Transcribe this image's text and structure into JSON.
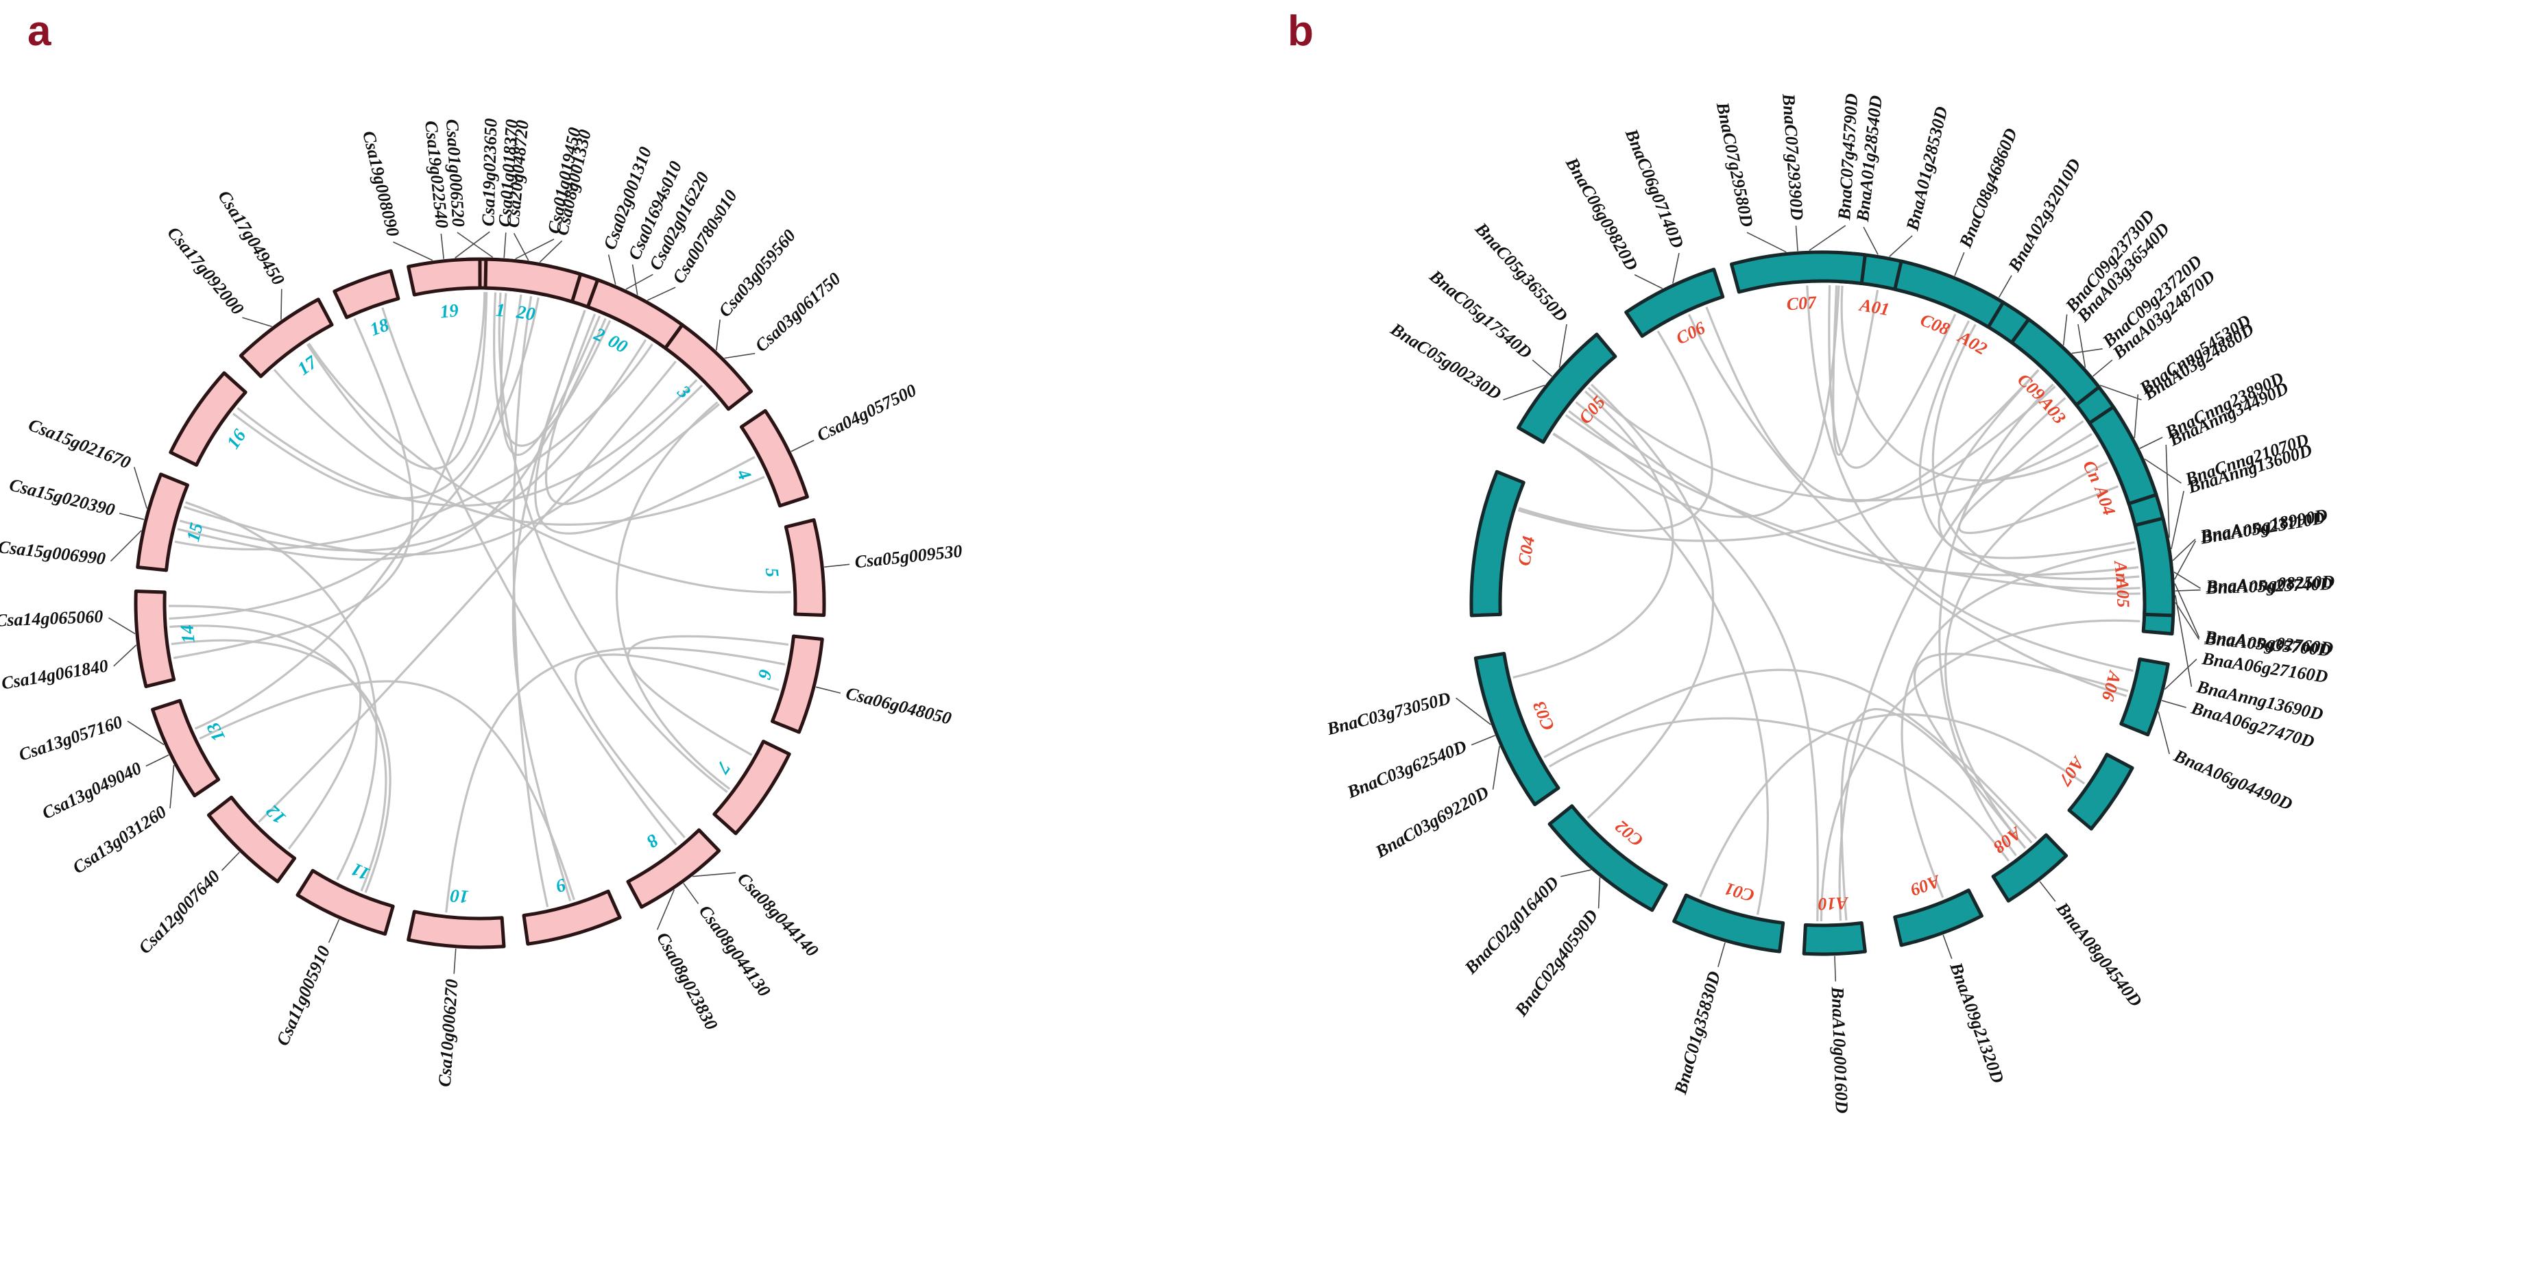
{
  "figure": {
    "type": "circos-synteny",
    "panels": [
      {
        "id": "a",
        "letter": "a",
        "species_prefix": "Csa",
        "ideogram_color": "#f9c3c6",
        "chrom_label_color": "#00b3c8",
        "link_color": "#bfbfbf",
        "chromosomes": [
          {
            "name": "1",
            "angle": 4,
            "span": 16,
            "labels": [
              "Csa01g006520",
              "Csa01g018370",
              "Csa01g019450"
            ]
          },
          {
            "name": "2",
            "angle": 24,
            "span": 16,
            "labels": [
              "Csa02g001310",
              "Csa02g016220"
            ]
          },
          {
            "name": "3",
            "angle": 44,
            "span": 16,
            "labels": [
              "Csa03g059560",
              "Csa03g061750"
            ]
          },
          {
            "name": "4",
            "angle": 64,
            "span": 16,
            "labels": [
              "Csa04g057500"
            ]
          },
          {
            "name": "5",
            "angle": 84,
            "span": 16,
            "labels": [
              "Csa05g009530"
            ]
          },
          {
            "name": "6",
            "angle": 104,
            "span": 16,
            "labels": [
              "Csa06g048050"
            ]
          },
          {
            "name": "7",
            "angle": 124,
            "span": 16,
            "labels": []
          },
          {
            "name": "8",
            "angle": 144,
            "span": 16,
            "labels": [
              "Csa08g044140",
              "Csa08g044130",
              "Csa08g023830"
            ]
          },
          {
            "name": "9",
            "angle": 164,
            "span": 16,
            "labels": []
          },
          {
            "name": "10",
            "angle": 184,
            "span": 16,
            "labels": [
              "Csa10g006270"
            ]
          },
          {
            "name": "11",
            "angle": 204,
            "span": 16,
            "labels": [
              "Csa11g005910"
            ]
          },
          {
            "name": "12",
            "angle": 224,
            "span": 16,
            "labels": [
              "Csa12g007640"
            ]
          },
          {
            "name": "13",
            "angle": 244,
            "span": 16,
            "labels": [
              "Csa13g031260",
              "Csa13g049040",
              "Csa13g057160"
            ]
          },
          {
            "name": "14",
            "angle": 264,
            "span": 16,
            "labels": [
              "Csa14g061840",
              "Csa14g065060"
            ]
          },
          {
            "name": "15",
            "angle": 284,
            "span": 16,
            "labels": [
              "Csa15g006990",
              "Csa15g020390",
              "Csa15g021670"
            ]
          },
          {
            "name": "16",
            "angle": 304,
            "span": 16,
            "labels": []
          },
          {
            "name": "17",
            "angle": 324,
            "span": 16,
            "labels": [
              "Csa17g092000",
              "Csa17g049450"
            ]
          },
          {
            "name": "18",
            "angle": 340,
            "span": 10,
            "labels": []
          },
          {
            "name": "19",
            "angle": 354,
            "span": 12,
            "labels": [
              "Csa19g008090",
              "Csa19g022540",
              "Csa19g023650"
            ]
          },
          {
            "name": "20",
            "angle": 369,
            "span": 16,
            "labels": [
              "Csa20g048720",
              "Csa08g001330"
            ]
          },
          {
            "name": "00",
            "angle": 388,
            "span": 16,
            "labels": [
              "Csa01694s010",
              "Csa00780s010"
            ]
          }
        ],
        "all_gene_labels": [
          "Csa15g021670",
          "Csa15g020390",
          "Csa15g006990",
          "Csa14g065060",
          "Csa14g061840",
          "Csa13g057160",
          "Csa13g049040",
          "Csa13g031260",
          "Csa12g007640",
          "Csa11g005910",
          "Csa10g006270",
          "Csa08g044140",
          "Csa08g044130",
          "Csa08g023830",
          "Csa06g048050",
          "Csa05g009530",
          "Csa04g057500",
          "Csa03g061750",
          "Csa03g059560",
          "Csa02g016220",
          "Csa02g001310",
          "Csa01g019450",
          "Csa01g018370",
          "Csa01g006520",
          "Csa00780s010",
          "Csa01694s010",
          "Csa08g001330",
          "Csa20g048720",
          "Csa19g023650",
          "Csa19g022540",
          "Csa19g008090",
          "Csa17g049450",
          "Csa17g092000"
        ]
      },
      {
        "id": "b",
        "letter": "b",
        "species_prefix": "Bna",
        "ideogram_color": "#159a9c",
        "chrom_label_color": "#e8442a",
        "link_color": "#bfbfbf",
        "chromosomes": [
          {
            "name": "A01",
            "angle": 10,
            "span": 14,
            "labels": [
              "BnaA01g28540D",
              "BnaA01g28530D"
            ]
          },
          {
            "name": "A02",
            "angle": 30,
            "span": 12,
            "labels": [
              "BnaA02g32010D"
            ]
          },
          {
            "name": "A03",
            "angle": 50,
            "span": 16,
            "labels": [
              "BnaA03g36540D",
              "BnaA03g24870D",
              "BnaA03g24880D"
            ]
          },
          {
            "name": "A04",
            "angle": 70,
            "span": 14,
            "labels": []
          },
          {
            "name": "A05",
            "angle": 88,
            "span": 14,
            "labels": [
              "BnaA05g23110D",
              "BnaA05g23740D",
              "BnaA05g35700D"
            ]
          },
          {
            "name": "A06",
            "angle": 106,
            "span": 12,
            "labels": [
              "BnaA06g27160D",
              "BnaA06g27470D",
              "BnaA06g04490D"
            ]
          },
          {
            "name": "A07",
            "angle": 124,
            "span": 12,
            "labels": []
          },
          {
            "name": "A08",
            "angle": 142,
            "span": 12,
            "labels": [
              "BnaA08g04540D"
            ]
          },
          {
            "name": "A09",
            "angle": 160,
            "span": 14,
            "labels": [
              "BnaA09g21320D"
            ]
          },
          {
            "name": "A10",
            "angle": 178,
            "span": 10,
            "labels": [
              "BnaA10g00160D"
            ]
          },
          {
            "name": "C01",
            "angle": 196,
            "span": 18,
            "labels": [
              "BnaC01g35830D"
            ]
          },
          {
            "name": "C02",
            "angle": 220,
            "span": 22,
            "labels": [
              "BnaC02g40590D",
              "BnaC02g01640D"
            ]
          },
          {
            "name": "C03",
            "angle": 248,
            "span": 26,
            "labels": [
              "BnaC03g69220D",
              "BnaC03g62540D",
              "BnaC03g73050D"
            ]
          },
          {
            "name": "C04",
            "angle": 280,
            "span": 24,
            "labels": []
          },
          {
            "name": "C05",
            "angle": 310,
            "span": 20,
            "labels": [
              "BnaC05g00230D",
              "BnaC05g17540D",
              "BnaC05g36550D"
            ]
          },
          {
            "name": "C06",
            "angle": 334,
            "span": 16,
            "labels": [
              "BnaC06g09820D",
              "BnaC06g07140D"
            ]
          },
          {
            "name": "C07",
            "angle": 356,
            "span": 22,
            "labels": [
              "BnaC07g29580D",
              "BnaC07g29390D",
              "BnaC07g45790D"
            ]
          },
          {
            "name": "C08",
            "angle": 382,
            "span": 18,
            "labels": [
              "BnaC08g46860D"
            ]
          },
          {
            "name": "C09",
            "angle": 404,
            "span": 16,
            "labels": [
              "BnaC09g23730D",
              "BnaC09g23720D"
            ]
          },
          {
            "name": "Cn",
            "angle": 424,
            "span": 16,
            "labels": [
              "BnaCnng54530D",
              "BnaCnng23890D",
              "BnaCnng21070D"
            ]
          },
          {
            "name": "An",
            "angle": 444,
            "span": 16,
            "labels": [
              "BnaAnng34490D",
              "BnaAnng13600D",
              "BnaAnng18990D",
              "BnaAnng08250D",
              "BnaAnng02760D",
              "BnaAnng13690D"
            ]
          }
        ],
        "all_gene_labels": [
          "BnaC05g00230D",
          "BnaC05g17540D",
          "BnaC05g36550D",
          "BnaC06g09820D",
          "BnaC06g07140D",
          "BnaC07g29580D",
          "BnaC07g29390D",
          "BnaC07g45790D",
          "BnaC08g46860D",
          "BnaC09g23730D",
          "BnaC09g23720D",
          "BnaCnng54530D",
          "BnaCnng23890D",
          "BnaCnng21070D",
          "BnaAnng34490D",
          "BnaAnng13600D",
          "BnaAnng18990D",
          "BnaAnng08250D",
          "BnaAnng02760D",
          "BnaAnng13690D",
          "BnaA01g28540D",
          "BnaA01g28530D",
          "BnaA02g32010D",
          "BnaA03g36540D",
          "BnaA03g24870D",
          "BnaA03g24880D",
          "BnaA05g23110D",
          "BnaA05g23740D",
          "BnaA05g35700D",
          "BnaA06g27160D",
          "BnaA06g27470D",
          "BnaA06g04490D",
          "BnaA08g04540D",
          "BnaA09g21320D",
          "BnaA10g00160D",
          "BnaC01g35830D",
          "BnaC02g40590D",
          "BnaC02g01640D",
          "BnaC03g69220D",
          "BnaC03g62540D",
          "BnaC03g73050D"
        ]
      }
    ]
  }
}
